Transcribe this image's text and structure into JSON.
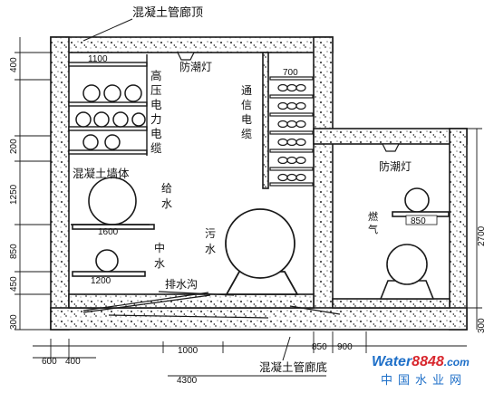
{
  "labels": {
    "top_title": "混凝土管廊顶",
    "lamp_left": "防潮灯",
    "high_voltage": "高压电力电缆",
    "comm_cable": "通信电缆",
    "concrete_wall": "混凝土墙体",
    "water_supply": "给水",
    "reclaimed": "中水",
    "sewage": "污水",
    "lamp_right": "防潮灯",
    "gas": "燃气",
    "drain_ditch": "排水沟",
    "bottom_title": "混凝土管廊底"
  },
  "dimensions": {
    "tray_hv": "1100",
    "tray_comm": "700",
    "pipe_supply": "1600",
    "pipe_reclaimed": "1200",
    "pipe_gas": "850",
    "bottom_1000": "1000",
    "bottom_850": "850",
    "bottom_900": "900",
    "bottom_600": "600",
    "bottom_400": "400",
    "bottom_total": "4300",
    "left_400": "400",
    "left_200": "200",
    "left_1250": "1250",
    "left_850": "850",
    "left_450": "450",
    "left_300": "300",
    "right_2700": "2700",
    "right_300": "300"
  },
  "watermark": {
    "brand_a": "Water",
    "brand_b": "8848",
    "brand_c": ".com",
    "subtitle": "中国水业网"
  },
  "colors": {
    "line": "#1a1a1a",
    "speckle": "#555555",
    "watermark_blue": "#1e6fc8",
    "watermark_red": "#d8262d"
  }
}
